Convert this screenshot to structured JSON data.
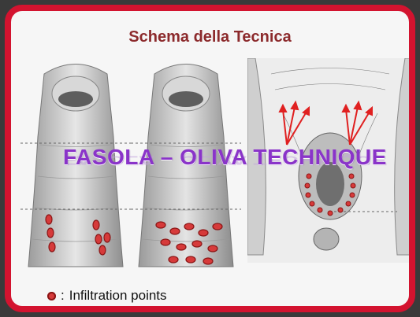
{
  "title": "Schema  della Tecnica",
  "overlay_text": "FASOLA – OLIVA TECHNIQUE",
  "legend": {
    "separator": ":",
    "label": "Infiltration points"
  },
  "colors": {
    "frame": "#d3132f",
    "title": "#8c2a2c",
    "overlay": "#8a34c9",
    "points": "#d63a3a",
    "arrows": "#e02020"
  }
}
